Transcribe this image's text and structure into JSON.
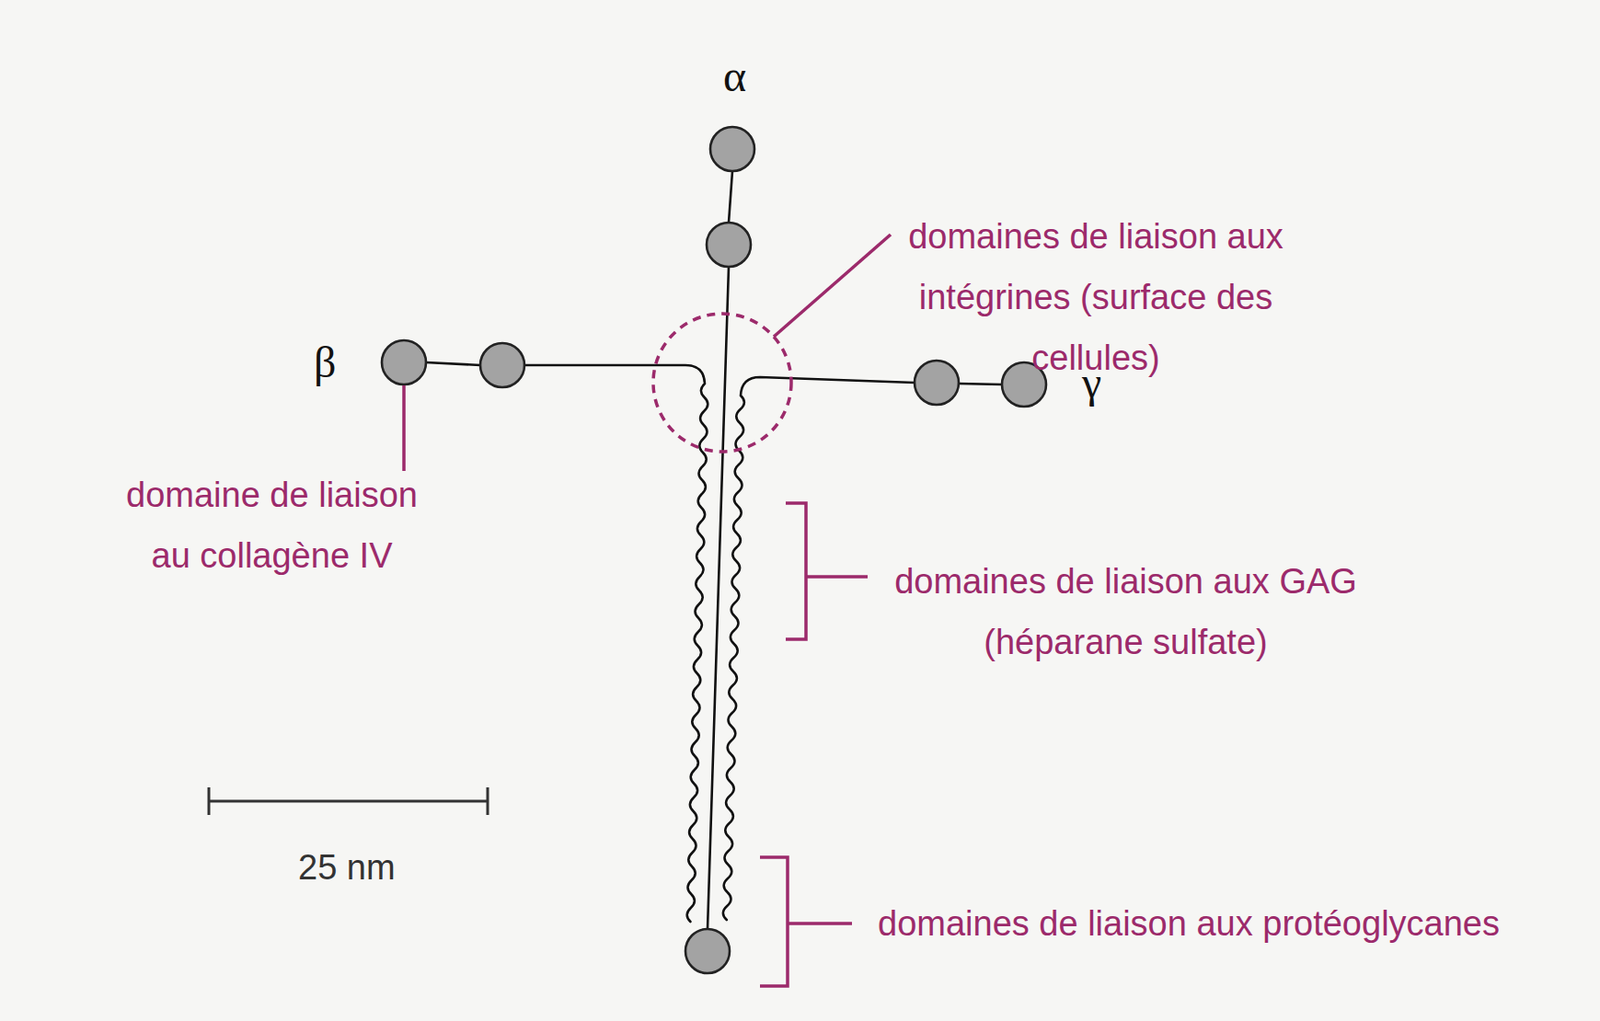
{
  "diagram": {
    "labels": [
      "α",
      "β",
      "γ",
      "domaine de liaison au collagène IV",
      "domaines de liaison aux intégrines (surface des cellules)",
      "domaines de liaison aux GAG (héparane sulfate)",
      "domaines de liaison aux protéoglycanes",
      "25 nm"
    ]
  }
}
